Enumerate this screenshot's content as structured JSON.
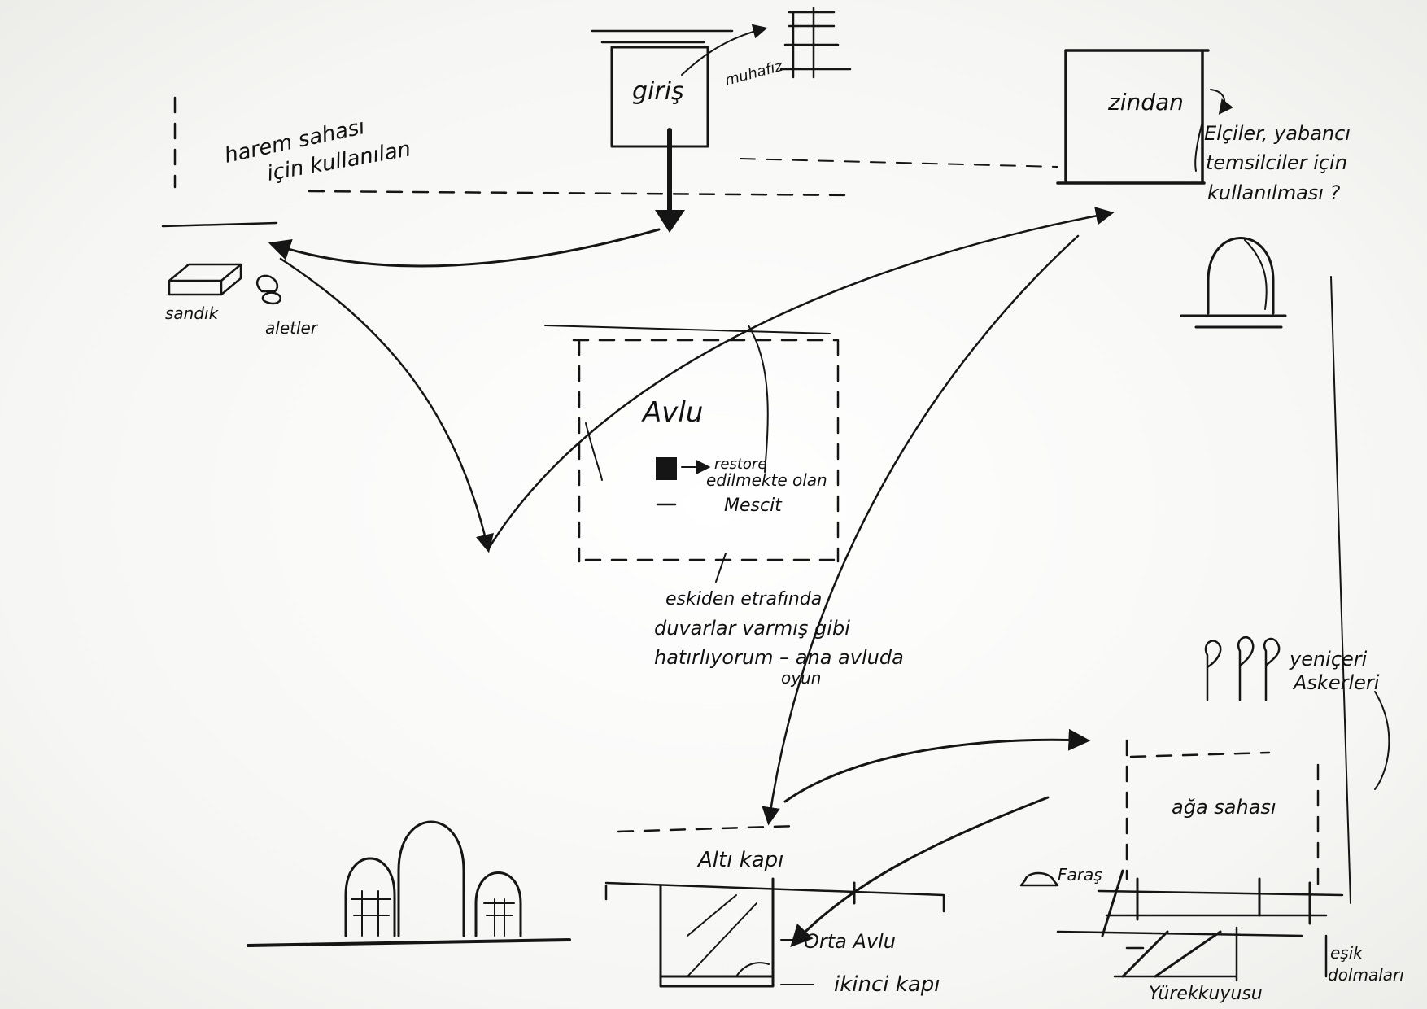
{
  "labels": {
    "harem_note_1": "harem sahası",
    "harem_note_2": "için kullanılan",
    "gate_name": "giriş",
    "side_note": "muhafız",
    "dungeon": "zindan",
    "dungeon_note_1": "Elçiler, yabancı",
    "dungeon_note_2": "temsilciler için",
    "dungeon_note_3": "kullanılması ?",
    "chest": "sandık",
    "tools": "aletler",
    "courtyard": "Avlu",
    "mosque_1": "restore",
    "mosque_2": "edilmekte olan",
    "mosque_3": "Mescit",
    "memory_1": "eskiden etrafında",
    "memory_2": "duvarlar varmış gibi",
    "memory_3": "hatırlıyorum – ana avluda",
    "memory_4": "oyun",
    "janissary_1": "yeniçeri",
    "janissary_2": "Askerleri",
    "area": "ağa sahası",
    "foot_gate": "Altı kapı",
    "middle_court": "Orta Avlu",
    "second_gate": "ikinci kapı",
    "horse": "Faraş",
    "stairs": "Yürekkuyusu",
    "threshold_1": "eşik",
    "threshold_2": "dolmaları"
  }
}
